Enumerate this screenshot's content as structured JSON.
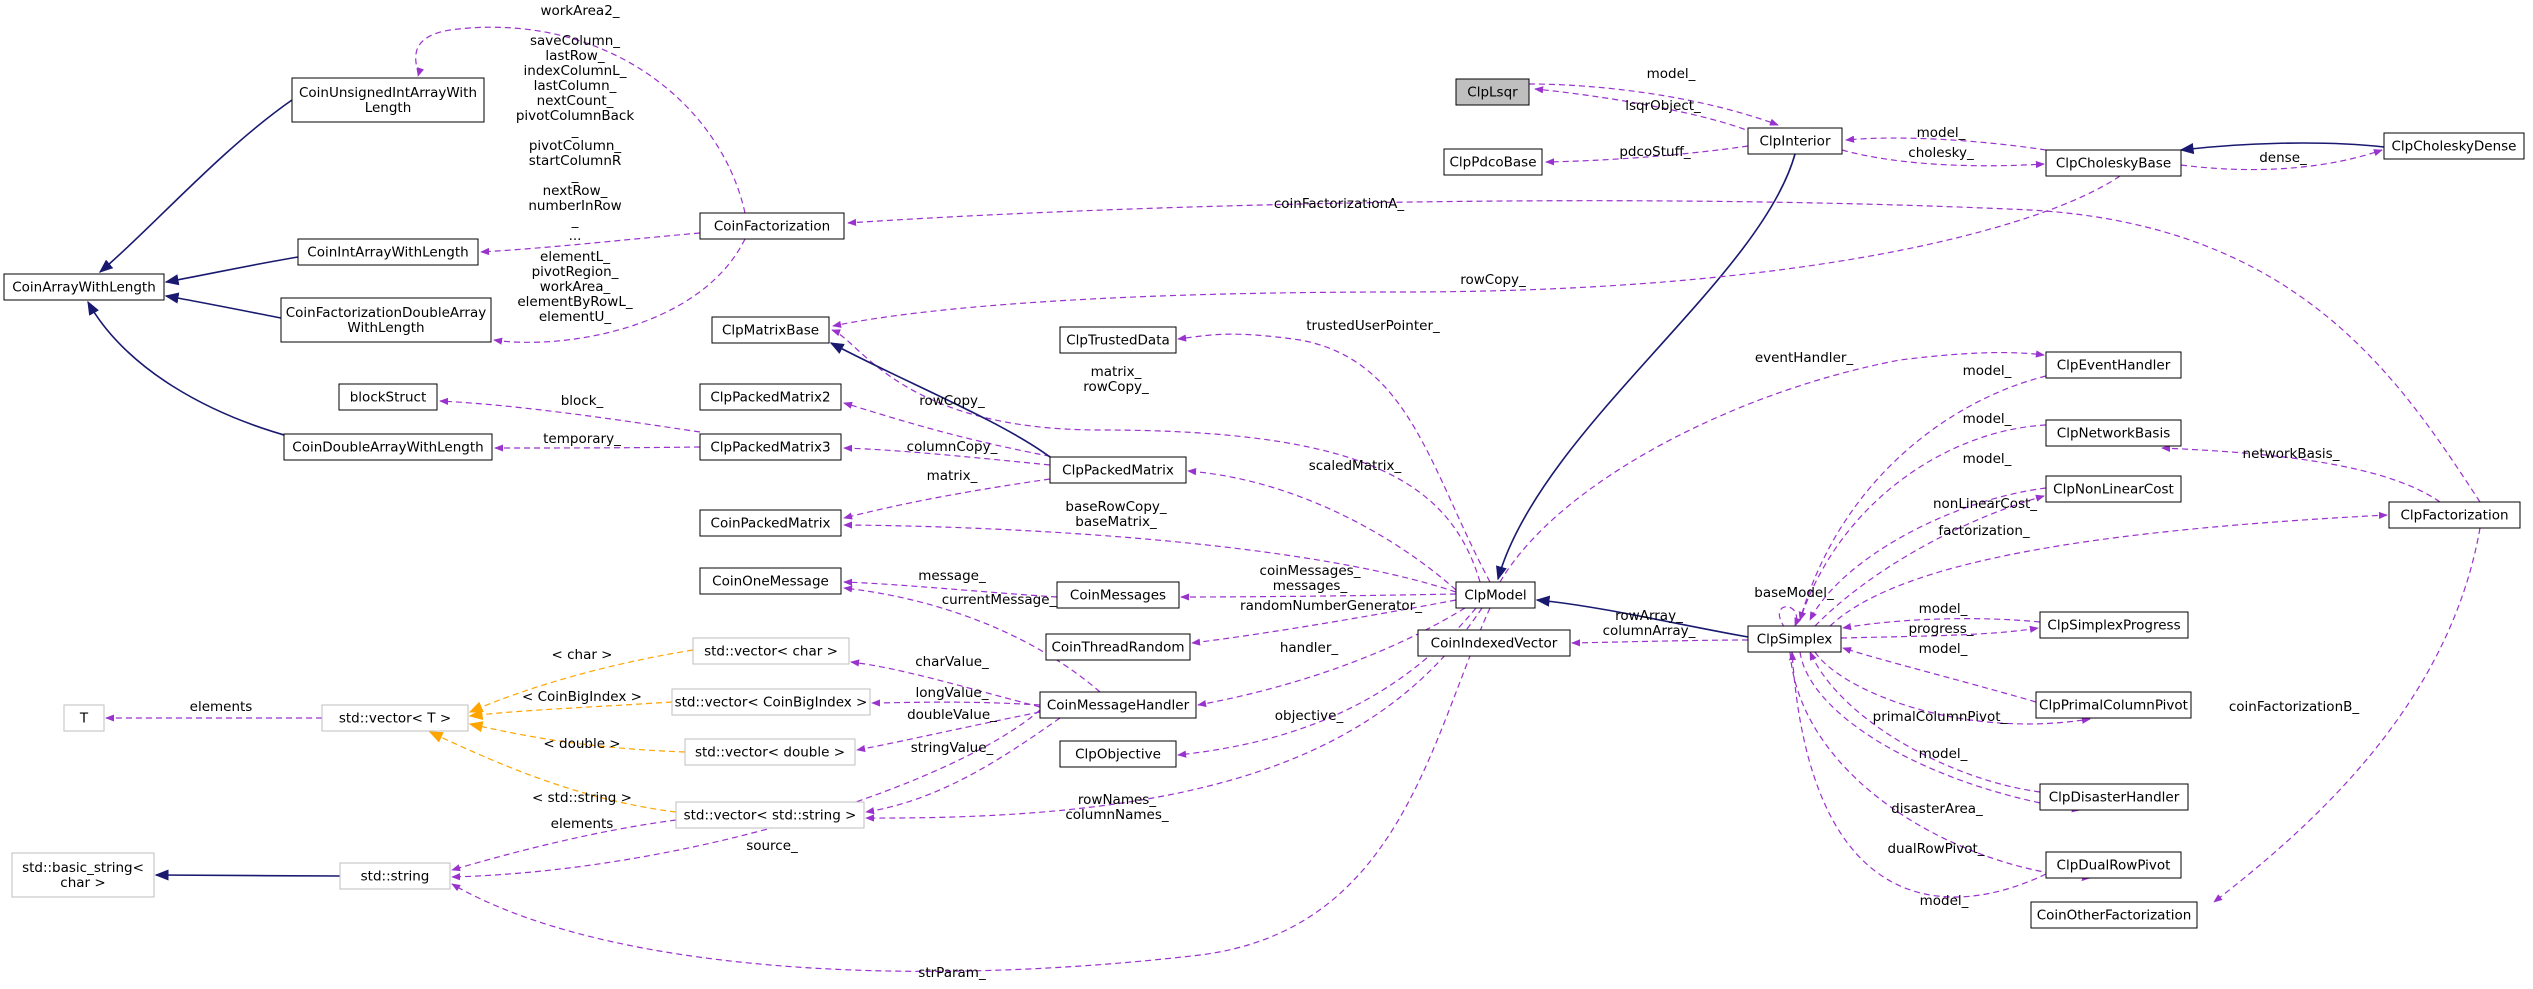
{
  "colors": {
    "inheritance": "#191970",
    "usage": "#9a32cd",
    "template": "#ffa500",
    "node_border": "#000000",
    "external_border": "#bfbfbf",
    "highlight_fill": "#bfbfbf"
  },
  "nodes": [
    {
      "id": "ClpLsqr",
      "lines": [
        "ClpLsqr"
      ],
      "highlight": true
    },
    {
      "id": "ClpInterior",
      "lines": [
        "ClpInterior"
      ]
    },
    {
      "id": "ClpPdcoBase",
      "lines": [
        "ClpPdcoBase"
      ]
    },
    {
      "id": "ClpCholeskyBase",
      "lines": [
        "ClpCholeskyBase"
      ]
    },
    {
      "id": "ClpCholeskyDense",
      "lines": [
        "ClpCholeskyDense"
      ]
    },
    {
      "id": "CoinUnsignedIntArrayWithLength",
      "lines": [
        "CoinUnsignedIntArrayWith",
        "Length"
      ]
    },
    {
      "id": "CoinArrayWithLength",
      "lines": [
        "CoinArrayWithLength"
      ]
    },
    {
      "id": "CoinIntArrayWithLength",
      "lines": [
        "CoinIntArrayWithLength"
      ]
    },
    {
      "id": "CoinFactorizationDoubleArrayWithLength",
      "lines": [
        "CoinFactorizationDoubleArray",
        "WithLength"
      ]
    },
    {
      "id": "CoinFactorization",
      "lines": [
        "CoinFactorization"
      ]
    },
    {
      "id": "blockStruct",
      "lines": [
        "blockStruct"
      ]
    },
    {
      "id": "CoinDoubleArrayWithLength",
      "lines": [
        "CoinDoubleArrayWithLength"
      ]
    },
    {
      "id": "ClpMatrixBase",
      "lines": [
        "ClpMatrixBase"
      ]
    },
    {
      "id": "ClpTrustedData",
      "lines": [
        "ClpTrustedData"
      ]
    },
    {
      "id": "ClpPackedMatrix2",
      "lines": [
        "ClpPackedMatrix2"
      ]
    },
    {
      "id": "ClpPackedMatrix3",
      "lines": [
        "ClpPackedMatrix3"
      ]
    },
    {
      "id": "ClpPackedMatrix",
      "lines": [
        "ClpPackedMatrix"
      ]
    },
    {
      "id": "CoinPackedMatrix",
      "lines": [
        "CoinPackedMatrix"
      ]
    },
    {
      "id": "CoinOneMessage",
      "lines": [
        "CoinOneMessage"
      ]
    },
    {
      "id": "CoinMessages",
      "lines": [
        "CoinMessages"
      ]
    },
    {
      "id": "CoinThreadRandom",
      "lines": [
        "CoinThreadRandom"
      ]
    },
    {
      "id": "ClpModel",
      "lines": [
        "ClpModel"
      ]
    },
    {
      "id": "CoinIndexedVector",
      "lines": [
        "CoinIndexedVector"
      ]
    },
    {
      "id": "ClpSimplex",
      "lines": [
        "ClpSimplex"
      ]
    },
    {
      "id": "ClpEventHandler",
      "lines": [
        "ClpEventHandler"
      ]
    },
    {
      "id": "ClpNetworkBasis",
      "lines": [
        "ClpNetworkBasis"
      ]
    },
    {
      "id": "ClpNonLinearCost",
      "lines": [
        "ClpNonLinearCost"
      ]
    },
    {
      "id": "ClpFactorization",
      "lines": [
        "ClpFactorization"
      ]
    },
    {
      "id": "ClpSimplexProgress",
      "lines": [
        "ClpSimplexProgress"
      ]
    },
    {
      "id": "ClpPrimalColumnPivot",
      "lines": [
        "ClpPrimalColumnPivot"
      ]
    },
    {
      "id": "ClpDisasterHandler",
      "lines": [
        "ClpDisasterHandler"
      ]
    },
    {
      "id": "ClpDualRowPivot",
      "lines": [
        "ClpDualRowPivot"
      ]
    },
    {
      "id": "CoinOtherFactorization",
      "lines": [
        "CoinOtherFactorization"
      ]
    },
    {
      "id": "vecChar",
      "lines": [
        "std::vector< char >"
      ],
      "external": true
    },
    {
      "id": "vecBigIdx",
      "lines": [
        "std::vector< CoinBigIndex >"
      ],
      "external": true
    },
    {
      "id": "vecDouble",
      "lines": [
        "std::vector< double >"
      ],
      "external": true
    },
    {
      "id": "vecString",
      "lines": [
        "std::vector< std::string >"
      ],
      "external": true
    },
    {
      "id": "vecT",
      "lines": [
        "std::vector< T >"
      ],
      "external": true
    },
    {
      "id": "T",
      "lines": [
        "T"
      ],
      "external": true
    },
    {
      "id": "stdString",
      "lines": [
        "std::string"
      ],
      "external": true
    },
    {
      "id": "basicString",
      "lines": [
        "std::basic_string<",
        "char >"
      ],
      "external": true
    },
    {
      "id": "CoinMessageHandler",
      "lines": [
        "CoinMessageHandler"
      ]
    },
    {
      "id": "ClpObjective",
      "lines": [
        "ClpObjective"
      ]
    }
  ],
  "edge_labels": [
    {
      "id": "model_lsqr",
      "lines": [
        "model_"
      ]
    },
    {
      "id": "lsqrObject",
      "lines": [
        "lsqrObject_"
      ]
    },
    {
      "id": "pdcoStuff",
      "lines": [
        "pdcoStuff_"
      ]
    },
    {
      "id": "cholesky",
      "lines": [
        "cholesky_"
      ]
    },
    {
      "id": "model_chol",
      "lines": [
        "model_"
      ]
    },
    {
      "id": "dense",
      "lines": [
        "dense_"
      ]
    },
    {
      "id": "workArea2",
      "lines": [
        "workArea2_"
      ]
    },
    {
      "id": "intarr",
      "lines": [
        "saveColumn_",
        "lastRow_",
        "indexColumnL_",
        "lastColumn_",
        "nextCount_",
        "pivotColumnBack",
        "_",
        "pivotColumn_",
        "startColumnR",
        "_",
        "nextRow_",
        "numberInRow",
        "_",
        "..."
      ]
    },
    {
      "id": "dblarr",
      "lines": [
        "elementL_",
        "pivotRegion_",
        "workArea_",
        "elementByRowL_",
        "elementU_"
      ]
    },
    {
      "id": "coinFactA",
      "lines": [
        "coinFactorizationA_"
      ]
    },
    {
      "id": "rowCopy_top",
      "lines": [
        "rowCopy_"
      ]
    },
    {
      "id": "block",
      "lines": [
        "block_"
      ]
    },
    {
      "id": "temporary",
      "lines": [
        "temporary_"
      ]
    },
    {
      "id": "trustedUserPointer",
      "lines": [
        "trustedUserPointer_"
      ]
    },
    {
      "id": "matrix_rowCopy",
      "lines": [
        "matrix_",
        "rowCopy_"
      ]
    },
    {
      "id": "rowCopy_pm2",
      "lines": [
        "rowCopy_"
      ]
    },
    {
      "id": "columnCopy",
      "lines": [
        "columnCopy_"
      ]
    },
    {
      "id": "scaledMatrix",
      "lines": [
        "scaledMatrix_"
      ]
    },
    {
      "id": "matrix_cpm",
      "lines": [
        "matrix_"
      ]
    },
    {
      "id": "baseRowCopy",
      "lines": [
        "baseRowCopy_",
        "baseMatrix_"
      ]
    },
    {
      "id": "message",
      "lines": [
        "message_"
      ]
    },
    {
      "id": "currentMessage",
      "lines": [
        "currentMessage_"
      ]
    },
    {
      "id": "coinMessages",
      "lines": [
        "coinMessages_",
        "messages_"
      ]
    },
    {
      "id": "randomNumberGenerator",
      "lines": [
        "randomNumberGenerator_"
      ]
    },
    {
      "id": "handler",
      "lines": [
        "handler_"
      ]
    },
    {
      "id": "objective",
      "lines": [
        "objective_"
      ]
    },
    {
      "id": "rowNames",
      "lines": [
        "rowNames_",
        "columnNames_"
      ]
    },
    {
      "id": "strParam",
      "lines": [
        "strParam_"
      ]
    },
    {
      "id": "source",
      "lines": [
        "source_"
      ]
    },
    {
      "id": "elements_str",
      "lines": [
        "elements"
      ]
    },
    {
      "id": "elements_T",
      "lines": [
        "elements"
      ]
    },
    {
      "id": "tchar",
      "lines": [
        "< char >"
      ]
    },
    {
      "id": "tbig",
      "lines": [
        "< CoinBigIndex >"
      ]
    },
    {
      "id": "tdouble",
      "lines": [
        "< double >"
      ]
    },
    {
      "id": "tstring",
      "lines": [
        "< std::string >"
      ]
    },
    {
      "id": "charValue",
      "lines": [
        "charValue_"
      ]
    },
    {
      "id": "longValue",
      "lines": [
        "longValue_"
      ]
    },
    {
      "id": "doubleValue",
      "lines": [
        "doubleValue_"
      ]
    },
    {
      "id": "stringValue",
      "lines": [
        "stringValue_"
      ]
    },
    {
      "id": "rowArray",
      "lines": [
        "rowArray_",
        "columnArray_"
      ]
    },
    {
      "id": "eventHandler",
      "lines": [
        "eventHandler_"
      ]
    },
    {
      "id": "model_event",
      "lines": [
        "model_"
      ]
    },
    {
      "id": "model_network",
      "lines": [
        "model_"
      ]
    },
    {
      "id": "networkBasis",
      "lines": [
        "networkBasis_"
      ]
    },
    {
      "id": "model_nlc",
      "lines": [
        "model_"
      ]
    },
    {
      "id": "nonLinearCost",
      "lines": [
        "nonLinearCost_"
      ]
    },
    {
      "id": "factorization",
      "lines": [
        "factorization_"
      ]
    },
    {
      "id": "baseModel",
      "lines": [
        "baseModel_"
      ]
    },
    {
      "id": "model_progress",
      "lines": [
        "model_"
      ]
    },
    {
      "id": "progress",
      "lines": [
        "progress_"
      ]
    },
    {
      "id": "model_primal",
      "lines": [
        "model_"
      ]
    },
    {
      "id": "primalColumnPivot",
      "lines": [
        "primalColumnPivot_"
      ]
    },
    {
      "id": "model_disaster",
      "lines": [
        "model_"
      ]
    },
    {
      "id": "disasterArea",
      "lines": [
        "disasterArea_"
      ]
    },
    {
      "id": "dualRowPivot",
      "lines": [
        "dualRowPivot_"
      ]
    },
    {
      "id": "model_dual",
      "lines": [
        "model_"
      ]
    },
    {
      "id": "coinFactB",
      "lines": [
        "coinFactorizationB_"
      ]
    }
  ]
}
